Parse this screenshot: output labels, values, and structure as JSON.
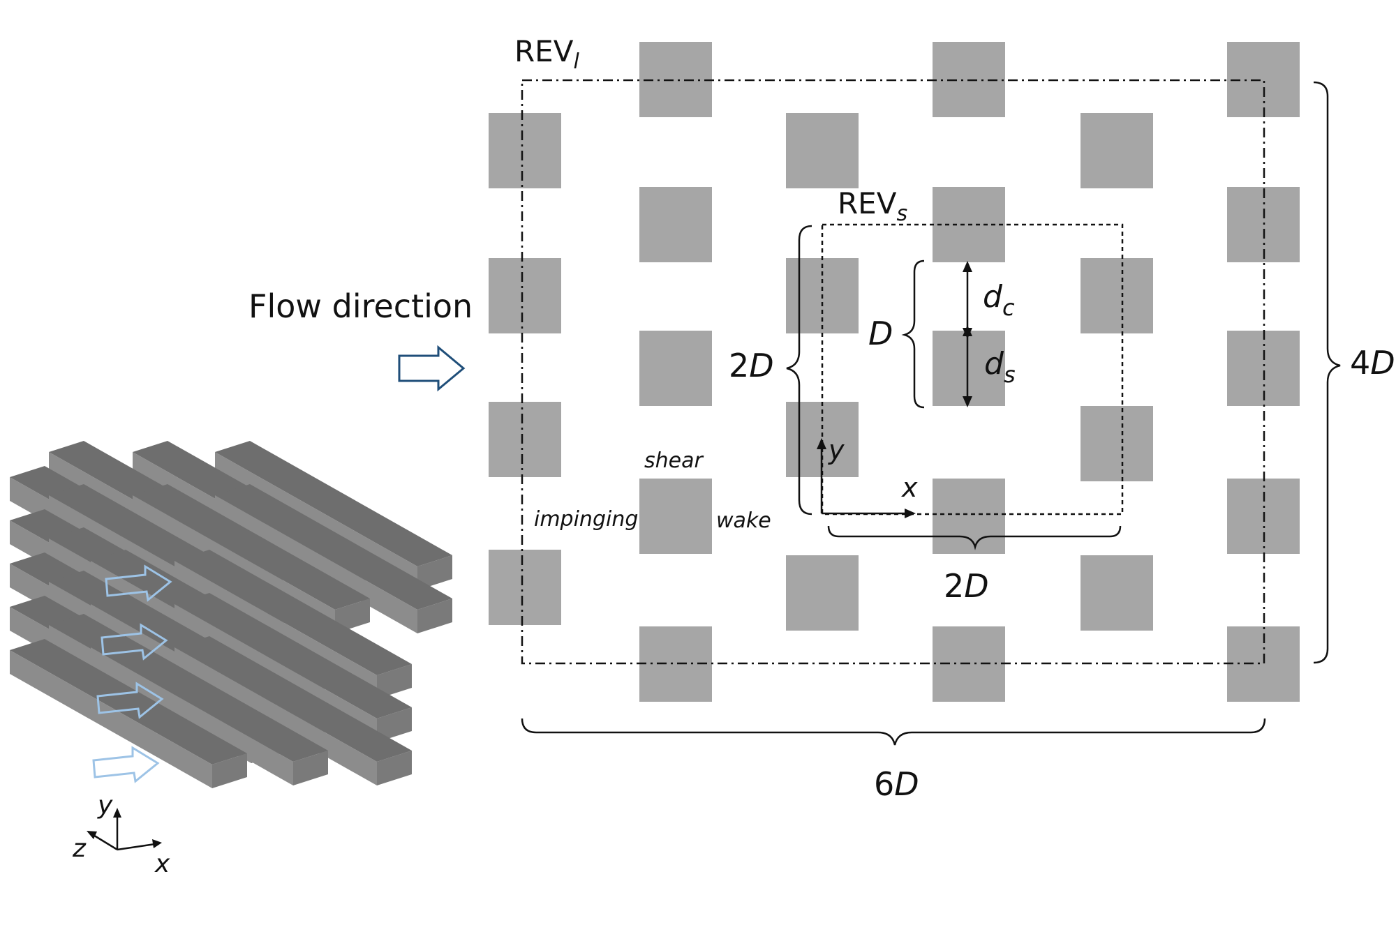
{
  "colors": {
    "cylinder": "#a6a6a6",
    "bar_top": "#6e6e6e",
    "bar_front": "#8c8c8c",
    "bar_end": "#7a7a7a",
    "flow_arrow": "#1f4e79",
    "flow_arrow_light": "#9dc3e6",
    "line": "#111111"
  },
  "labels": {
    "rev_large": {
      "main": "REV",
      "sub": "l"
    },
    "rev_small": {
      "main": "REV",
      "sub": "s"
    },
    "flow_direction": "Flow direction",
    "dim_6D": {
      "num": "6",
      "var": "D"
    },
    "dim_4D": {
      "num": "4",
      "var": "D"
    },
    "dim_2D_left": {
      "num": "2",
      "var": "D"
    },
    "dim_2D_bottom": {
      "num": "2",
      "var": "D"
    },
    "dim_D": "D",
    "d_c": {
      "main": "d",
      "sub": "c"
    },
    "d_s": {
      "main": "d",
      "sub": "s"
    },
    "shear": "shear",
    "impinging": "impinging",
    "wake": "wake",
    "axis_x": "x",
    "axis_y": "y",
    "iso_axis_x": "x",
    "iso_axis_y": "y",
    "iso_axis_z": "z"
  }
}
